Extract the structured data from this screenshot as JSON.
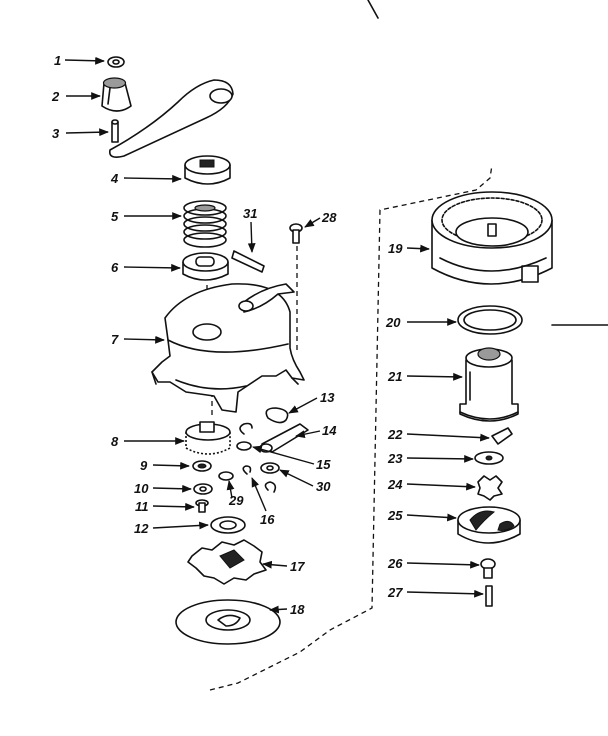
{
  "diagram": {
    "labels": [
      "1",
      "2",
      "3",
      "4",
      "5",
      "6",
      "7",
      "8",
      "9",
      "10",
      "11",
      "12",
      "13",
      "14",
      "15",
      "16",
      "17",
      "18",
      "19",
      "20",
      "21",
      "22",
      "23",
      "24",
      "25",
      "26",
      "27",
      "28",
      "29",
      "30",
      "31"
    ]
  }
}
